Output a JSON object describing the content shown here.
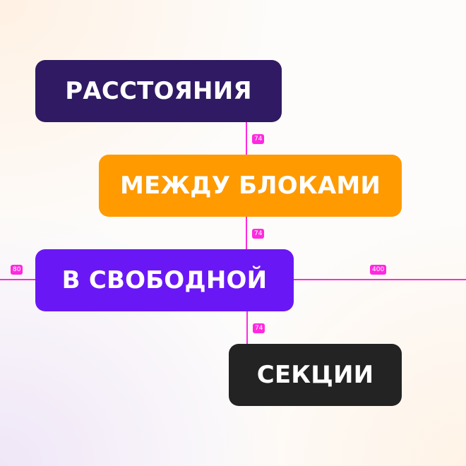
{
  "colors": {
    "guide": "#ff29e0",
    "block_1": "#2f1a63",
    "block_2": "#ff9a00",
    "block_3": "#6a17f5",
    "block_4": "#232323"
  },
  "blocks": [
    {
      "label": "РАССТОЯНИЯ"
    },
    {
      "label": "МЕЖДУ БЛОКАМИ"
    },
    {
      "label": "В СВОБОДНОЙ"
    },
    {
      "label": "СЕКЦИИ"
    }
  ],
  "measurements": {
    "gap_1": "74",
    "gap_2": "74",
    "gap_3": "74",
    "left_offset": "80",
    "right_offset": "400"
  }
}
